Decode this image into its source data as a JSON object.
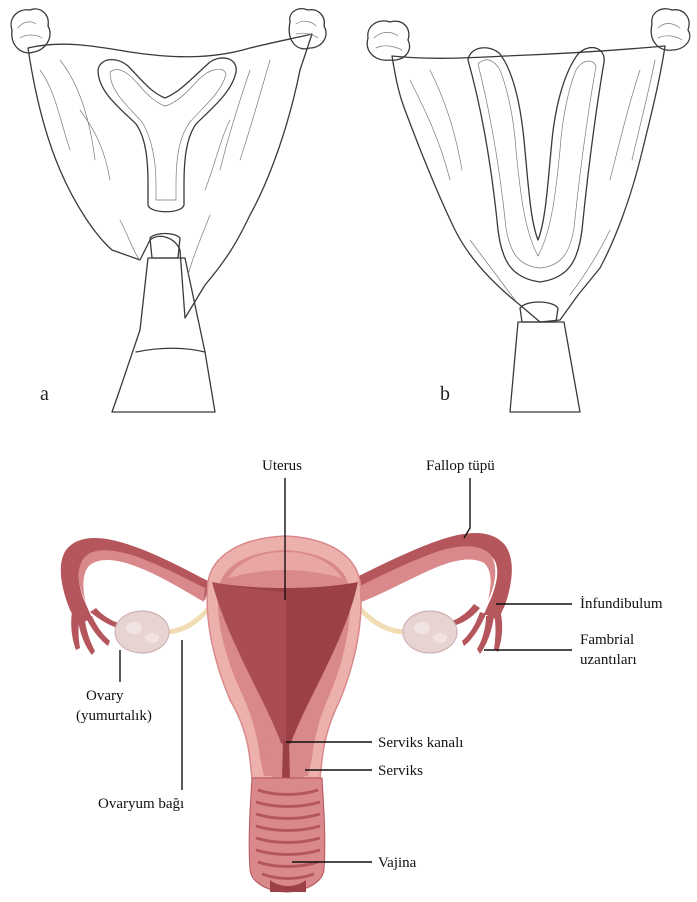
{
  "panels": {
    "a": "a",
    "b": "b"
  },
  "labels": {
    "uterus": "Uterus",
    "fallop": "Fallop tüpü",
    "infundibulum": "İnfundibulum",
    "fambrial_1": "Fambrial",
    "fambrial_2": "uzantıları",
    "ovary_1": "Ovary",
    "ovary_2": "(yumurtalık)",
    "serviks_kanali": "Serviks kanalı",
    "serviks": "Serviks",
    "ovaryum_bagi": "Ovaryum bağı",
    "vajina": "Vajina"
  },
  "colors": {
    "tissue_dark": "#b5555c",
    "tissue_mid": "#d9888b",
    "tissue_light": "#edb1ad",
    "cavity": "#9c4048",
    "ovary": "#e8d3d3",
    "ligament": "#f1dcb3"
  }
}
